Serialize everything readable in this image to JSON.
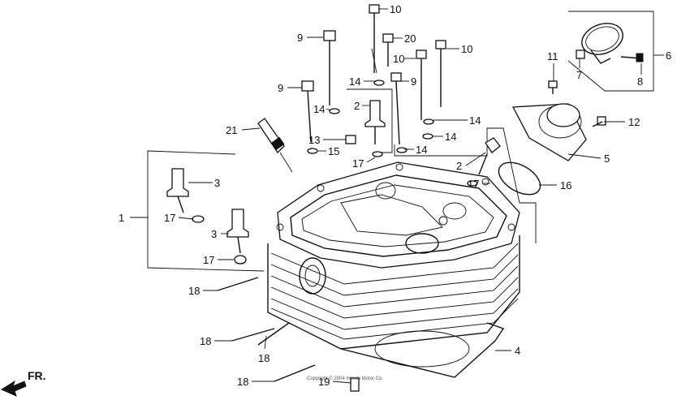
{
  "diagram": {
    "direction_label": "FR.",
    "copyright_text": "Copyright © 2004 Honda Motor Co.",
    "callouts": {
      "c1": "1",
      "c2a": "2",
      "c2b": "2",
      "c3a": "3",
      "c3b": "3",
      "c4": "4",
      "c5": "5",
      "c6": "6",
      "c7": "7",
      "c8": "8",
      "c9a": "9",
      "c9b": "9",
      "c9c": "9",
      "c10a": "10",
      "c10b": "10",
      "c10c": "10",
      "c11": "11",
      "c12": "12",
      "c13": "13",
      "c14a": "14",
      "c14b": "14",
      "c14c": "14",
      "c14d": "14",
      "c14e": "14",
      "c15": "15",
      "c16": "16",
      "c17a": "17",
      "c17b": "17",
      "c17c": "17",
      "c17d": "17",
      "c18a": "18",
      "c18b": "18",
      "c18c": "18",
      "c18d": "18",
      "c19": "19",
      "c20": "20",
      "c21": "21"
    }
  }
}
